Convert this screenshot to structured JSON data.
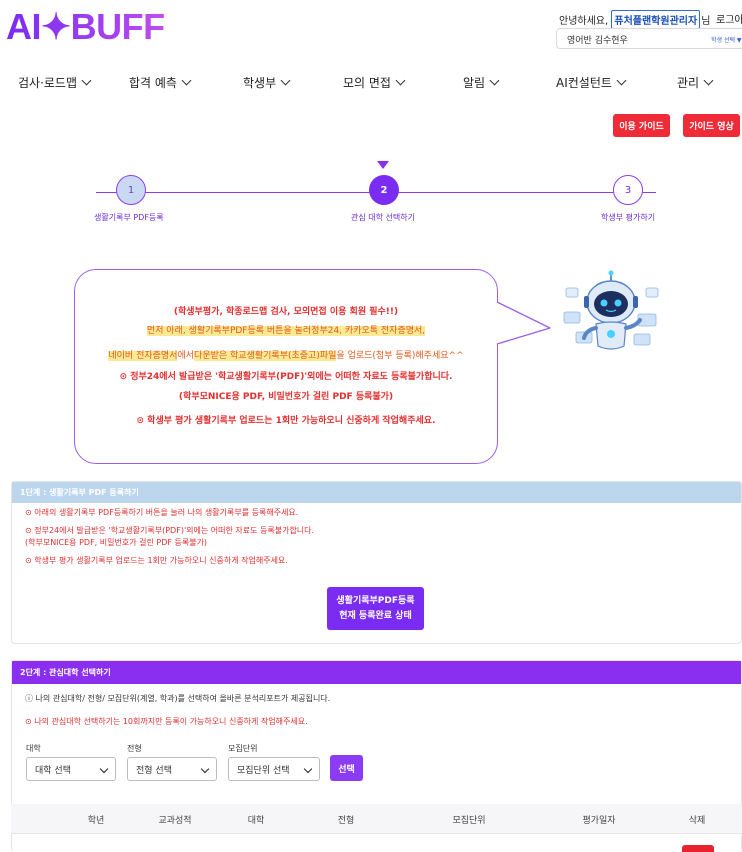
{
  "header": {
    "logo_text": "AI✦BUFF",
    "greeting_prefix": "안녕하세요,",
    "user_name": "퓨처플랜학원관리자",
    "greeting_suffix": "님",
    "login_label": "로그아",
    "student_name": "영어반 김수현우",
    "student_select_label": "학생 선택 ▼"
  },
  "nav": {
    "items": [
      {
        "label": "검사·로드맵"
      },
      {
        "label": "합격 예측"
      },
      {
        "label": "학생부"
      },
      {
        "label": "모의 면접"
      },
      {
        "label": "알림"
      },
      {
        "label": "AI컨설턴트"
      },
      {
        "label": "관리"
      }
    ]
  },
  "guide": {
    "usage_guide": "이용 가이드",
    "guide_video": "가이드 영상"
  },
  "stepper": {
    "steps": [
      {
        "number": "1",
        "label": "생활기록부 PDF등록"
      },
      {
        "number": "2",
        "label": "관심 대학 선택하기"
      },
      {
        "number": "3",
        "label": "학생부 평가하기"
      }
    ]
  },
  "bubble": {
    "line1": "(학생부평가, 학종로드맵 검사, 모의면접 이용 회원 필수!!)",
    "line2": "먼저 아래, 생활기록부PDF등록 버튼을 눌러정부24, 카카오톡 전자증명서,",
    "line3a": "네이버 전자증명서",
    "line3b": "에서",
    "line3c": "다운받은 학교생활기록부(초중고)파일",
    "line3d": "을 업로드(첨부 등록)해주세요^^",
    "line4": "⊙ 정부24에서 발급받은 '학교생활기록부(PDF)'외에는 어떠한 자료도 등록불가합니다.",
    "line5": "(학부모NICE용 PDF, 비밀번호가 걸린 PDF 등록불가)",
    "line6": "⊙ 학생부 평가 생활기록부 업로드는 1회만 가능하오니 신중하게 작업해주세요."
  },
  "step1": {
    "title": "1단계 : 생활기록부 PDF 등록하기",
    "line1": "⊙ 아래의 생활기록부 PDF등록하기 버튼을 눌러 나의 생활기록부를 등록해주세요.",
    "line2": "⊙ 정부24에서 발급받은 '학교생활기록부(PDF)'외에는 어떠한 자료도 등록불가합니다.",
    "line3": "(학부모NICE용 PDF, 비밀번호가 걸린 PDF 등록불가)",
    "line4": "⊙ 학생부 평가 생활기록부 업로드는 1회만 가능하오니 신중하게 작업해주세요.",
    "button_line1": "생활기록부PDF등록",
    "button_line2": "현재 등록완료 상태"
  },
  "step2": {
    "title": "2단계 : 관심대학 선택하기",
    "info": "ⓘ 나의 관심대학/ 전형/ 모집단위(계열, 학과)를 선택하여 올바른 분석리포트가 제공됩니다.",
    "warning": "⊙ 나의 관심대학 선택하기는 10회까지만 등록이 가능하오니 신중하게 작업해주세요.",
    "university_label": "대학",
    "university_value": "대학 선택",
    "type_label": "전형",
    "type_value": "전형 선택",
    "unit_label": "모집단위",
    "unit_value": "모집단위 선택",
    "select_button": "선택"
  },
  "table": {
    "headers": [
      "학년",
      "교과성적",
      "대학",
      "전형",
      "모집단위",
      "평가일자",
      "삭제"
    ]
  },
  "colors": {
    "brand_purple": "#7b2cf2",
    "alert_red": "#ef2b37",
    "step1_header": "#bcd6ee",
    "step2_header": "#8a2ff0"
  }
}
